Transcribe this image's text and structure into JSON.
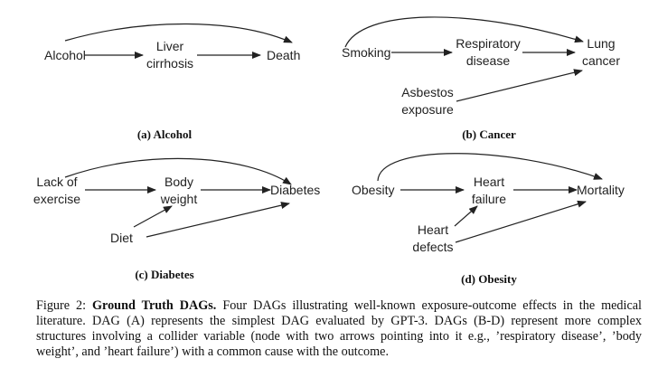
{
  "panels": {
    "a": {
      "caption": "(a) Alcohol",
      "nodes": {
        "alcohol": "Alcohol",
        "liver_1": "Liver",
        "liver_2": "cirrhosis",
        "death": "Death"
      }
    },
    "b": {
      "caption": "(b) Cancer",
      "nodes": {
        "smoking": "Smoking",
        "resp_1": "Respiratory",
        "resp_2": "disease",
        "lung_1": "Lung",
        "lung_2": "cancer",
        "asb_1": "Asbestos",
        "asb_2": "exposure"
      }
    },
    "c": {
      "caption": "(c) Diabetes",
      "nodes": {
        "lack_1": "Lack of",
        "lack_2": "exercise",
        "body_1": "Body",
        "body_2": "weight",
        "diabetes": "Diabetes",
        "diet": "Diet"
      }
    },
    "d": {
      "caption": "(d) Obesity",
      "nodes": {
        "obesity": "Obesity",
        "hf_1": "Heart",
        "hf_2": "failure",
        "mortality": "Mortality",
        "hd_1": "Heart",
        "hd_2": "defects"
      }
    }
  },
  "caption": {
    "label": "Figure 2:",
    "title": "Ground Truth DAGs.",
    "body": "Four DAGs illustrating well-known exposure-outcome effects in the medical literature. DAG (A) represents the simplest DAG evaluated by GPT-3. DAGs (B-D) represent more complex structures involving a collider variable (node with two arrows pointing into it e.g., ’respiratory disease’, ’body weight’, and ’heart failure’) with a common cause with the outcome."
  }
}
